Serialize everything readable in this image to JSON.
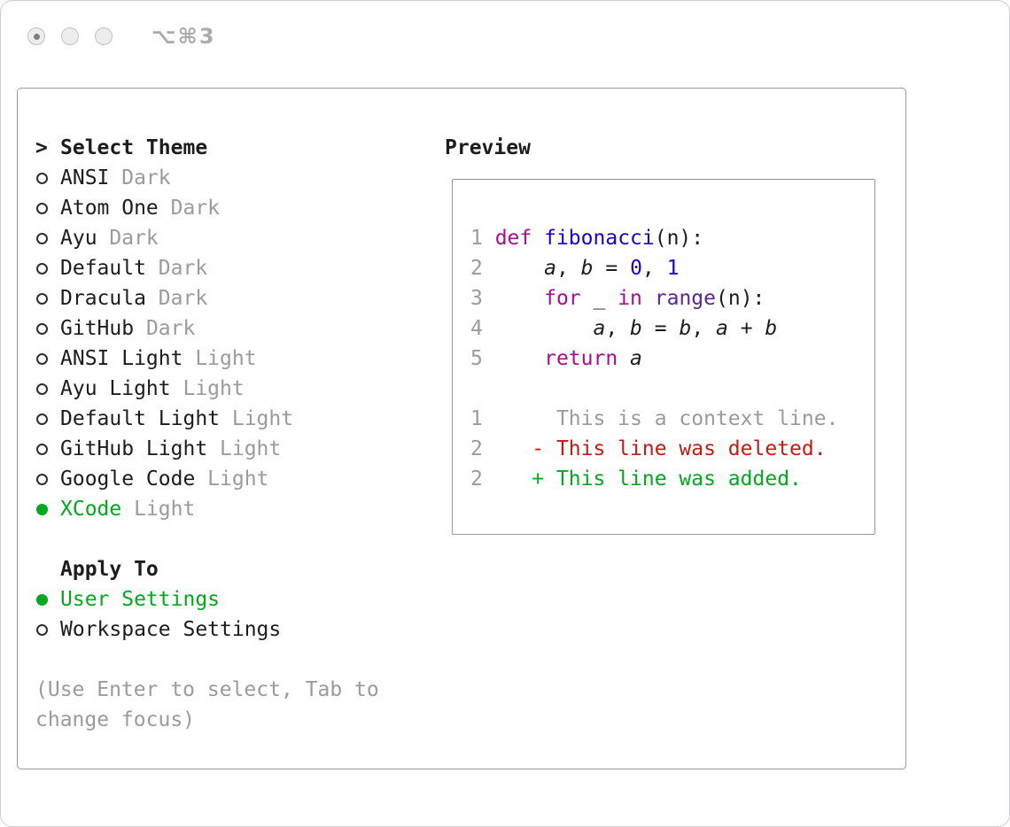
{
  "window": {
    "shortcut": "⌥⌘3"
  },
  "colors": {
    "green": "#00A91E",
    "keyword": "#AA0D91",
    "title_fn": "#1C00CF",
    "number": "#1C00CF",
    "builtin": "#5C2699",
    "deleted": "#C41A16",
    "added": "#00A91E",
    "muted": "#9B9B9B",
    "text": "#1C1C1C"
  },
  "theme_selector": {
    "prompt": ">",
    "title": "Select Theme",
    "items": [
      {
        "name": "ANSI",
        "variant": "Dark",
        "selected": false
      },
      {
        "name": "Atom One",
        "variant": "Dark",
        "selected": false
      },
      {
        "name": "Ayu",
        "variant": "Dark",
        "selected": false
      },
      {
        "name": "Default",
        "variant": "Dark",
        "selected": false
      },
      {
        "name": "Dracula",
        "variant": "Dark",
        "selected": false
      },
      {
        "name": "GitHub",
        "variant": "Dark",
        "selected": false
      },
      {
        "name": "ANSI Light",
        "variant": "Light",
        "selected": false
      },
      {
        "name": "Ayu Light",
        "variant": "Light",
        "selected": false
      },
      {
        "name": "Default Light",
        "variant": "Light",
        "selected": false
      },
      {
        "name": "GitHub Light",
        "variant": "Light",
        "selected": false
      },
      {
        "name": "Google Code",
        "variant": "Light",
        "selected": false
      },
      {
        "name": "XCode",
        "variant": "Light",
        "selected": true
      }
    ]
  },
  "apply_to": {
    "title": "Apply To",
    "options": [
      {
        "label": "User Settings",
        "selected": true
      },
      {
        "label": "Workspace Settings",
        "selected": false
      }
    ]
  },
  "hint": "(Use Enter to select, Tab to change focus)",
  "preview": {
    "title": "Preview",
    "lines": [
      {
        "tokens": [
          {
            "text": "1 ",
            "style": "ln"
          },
          {
            "text": "def",
            "style": "kw"
          },
          {
            "text": " ",
            "style": "plain"
          },
          {
            "text": "fibonacci",
            "style": "fn"
          },
          {
            "text": "(n):",
            "style": "plain"
          }
        ]
      },
      {
        "tokens": [
          {
            "text": "2 ",
            "style": "ln"
          },
          {
            "text": "    ",
            "style": "plain"
          },
          {
            "text": "a",
            "style": "var"
          },
          {
            "text": ", ",
            "style": "plain"
          },
          {
            "text": "b",
            "style": "var"
          },
          {
            "text": " = ",
            "style": "plain"
          },
          {
            "text": "0",
            "style": "num"
          },
          {
            "text": ", ",
            "style": "plain"
          },
          {
            "text": "1",
            "style": "num"
          }
        ]
      },
      {
        "tokens": [
          {
            "text": "3 ",
            "style": "ln"
          },
          {
            "text": "    ",
            "style": "plain"
          },
          {
            "text": "for",
            "style": "kw"
          },
          {
            "text": " _ ",
            "style": "plain"
          },
          {
            "text": "in",
            "style": "kw"
          },
          {
            "text": " ",
            "style": "plain"
          },
          {
            "text": "range",
            "style": "builtin"
          },
          {
            "text": "(n):",
            "style": "plain"
          }
        ]
      },
      {
        "tokens": [
          {
            "text": "4 ",
            "style": "ln"
          },
          {
            "text": "        ",
            "style": "plain"
          },
          {
            "text": "a",
            "style": "var"
          },
          {
            "text": ", ",
            "style": "plain"
          },
          {
            "text": "b",
            "style": "var"
          },
          {
            "text": " = ",
            "style": "plain"
          },
          {
            "text": "b",
            "style": "var"
          },
          {
            "text": ", ",
            "style": "plain"
          },
          {
            "text": "a",
            "style": "var"
          },
          {
            "text": " + ",
            "style": "plain"
          },
          {
            "text": "b",
            "style": "var"
          }
        ]
      },
      {
        "tokens": [
          {
            "text": "5 ",
            "style": "ln"
          },
          {
            "text": "    ",
            "style": "plain"
          },
          {
            "text": "return",
            "style": "kw"
          },
          {
            "text": " ",
            "style": "plain"
          },
          {
            "text": "a",
            "style": "var"
          }
        ]
      },
      {
        "tokens": []
      },
      {
        "tokens": [
          {
            "text": "1 ",
            "style": "ln"
          },
          {
            "text": "     This is a context line.",
            "style": "ctx"
          }
        ]
      },
      {
        "tokens": [
          {
            "text": "2 ",
            "style": "ln"
          },
          {
            "text": "   ",
            "style": "plain"
          },
          {
            "text": "- This line was deleted.",
            "style": "del"
          }
        ]
      },
      {
        "tokens": [
          {
            "text": "2 ",
            "style": "ln"
          },
          {
            "text": "   ",
            "style": "plain"
          },
          {
            "text": "+ This line was added.",
            "style": "add"
          }
        ]
      }
    ]
  }
}
